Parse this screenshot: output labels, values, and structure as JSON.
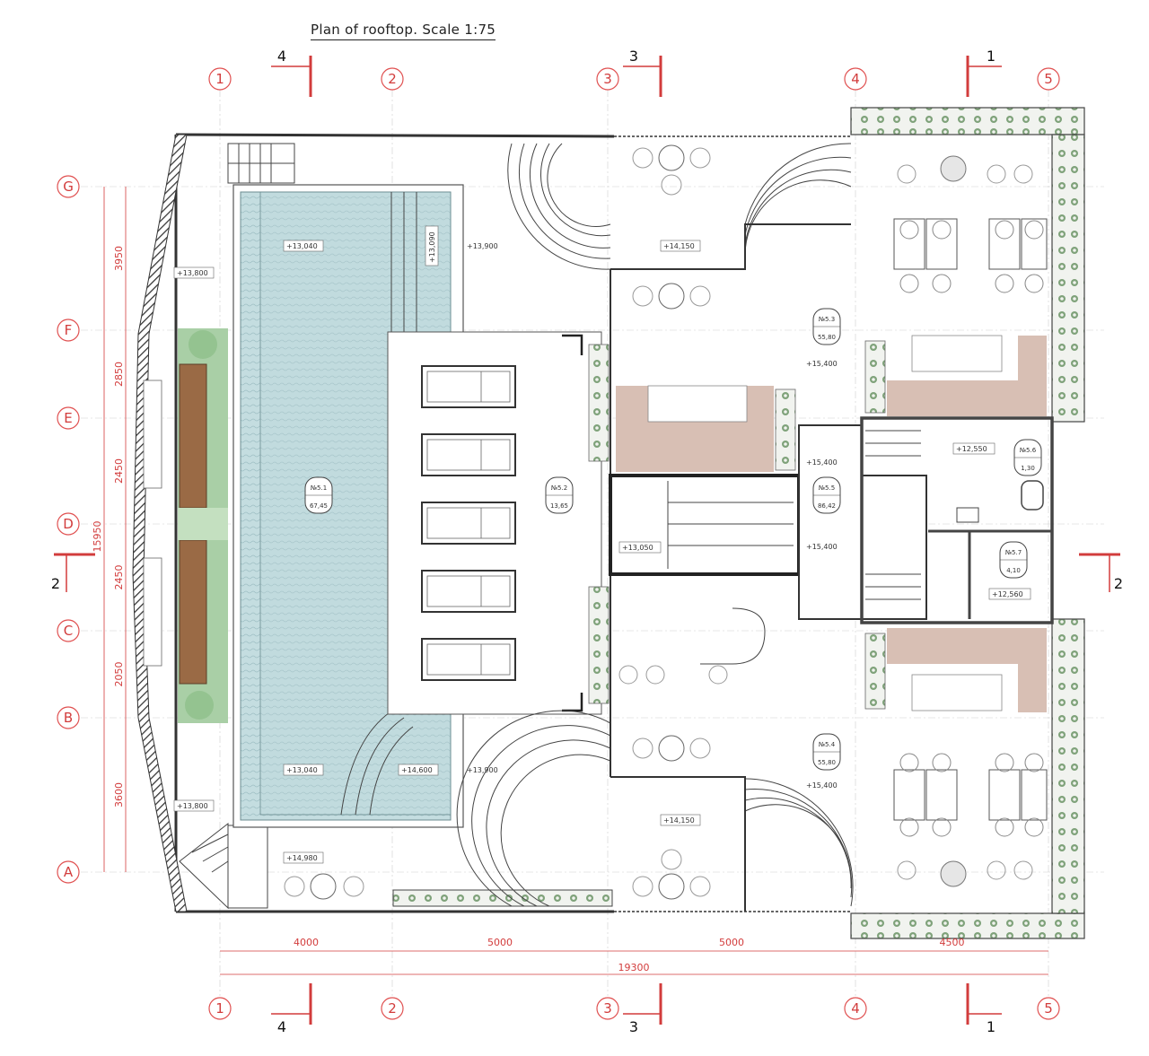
{
  "title": "Plan of rooftop. Scale 1:75",
  "axes_columns": [
    "1",
    "2",
    "3",
    "4",
    "5"
  ],
  "axes_rows": [
    "G",
    "F",
    "E",
    "D",
    "C",
    "B",
    "A"
  ],
  "dims_bottom": [
    "4000",
    "5000",
    "5000",
    "4500"
  ],
  "dim_total_bottom": "19300",
  "dims_left": [
    "3950",
    "2850",
    "2450",
    "2450",
    "2050",
    "3600"
  ],
  "dim_total_left": "15950",
  "section_marks": {
    "s1": "1",
    "s2": "2",
    "s3": "3",
    "s4": "4"
  },
  "levels": {
    "l1": "+13,800",
    "l2": "+13,800",
    "l3": "+13,040",
    "l4": "+13,090",
    "l5": "+13,900",
    "l6": "+14,150",
    "l7": "+15,400",
    "l8": "+13,040",
    "l9": "+14,600",
    "l10": "+13,900",
    "l11": "+14,980",
    "l12": "+14,150",
    "l13": "+15,400",
    "l14": "+15,400",
    "l15": "+13,050",
    "l16": "+15,400",
    "l17": "+12,550",
    "l18": "+12,560"
  },
  "rooms": {
    "r1": {
      "num": "№5.1",
      "area": "67,45"
    },
    "r2": {
      "num": "№5.2",
      "area": "13,65"
    },
    "r3": {
      "num": "№5.3",
      "area": "55,80"
    },
    "r4": {
      "num": "№5.4",
      "area": "55,80"
    },
    "r5": {
      "num": "№5.5",
      "area": "86,42"
    },
    "r6": {
      "num": "№5.6",
      "area": "1,30"
    },
    "r7": {
      "num": "№5.7",
      "area": "4,10"
    }
  },
  "colors": {
    "axis_red": "#d23c3c",
    "pool_blue": "#c4dde0",
    "wood": "#9a6a45",
    "beige": "#d8bfb4",
    "green": "#9cc59a"
  }
}
